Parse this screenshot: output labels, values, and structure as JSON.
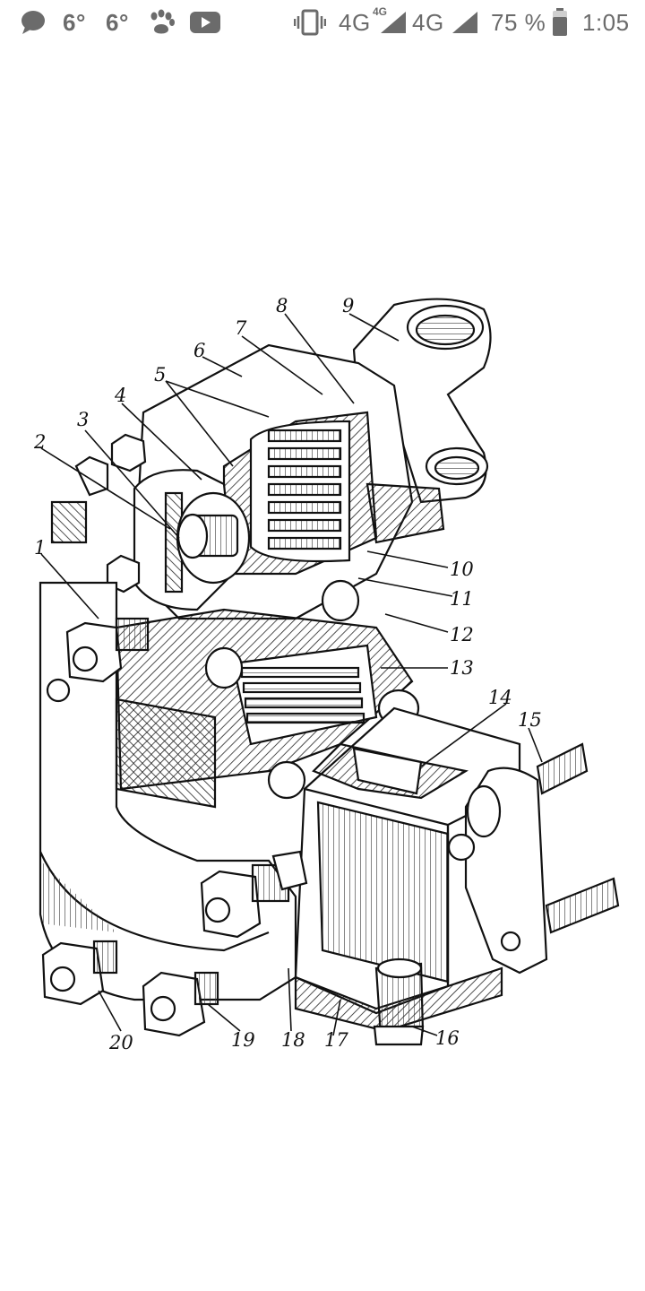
{
  "status_bar": {
    "left_icons": [
      "chat-bubble-icon",
      "paw-icon",
      "youtube-icon"
    ],
    "temp1": "6°",
    "temp2": "6°",
    "network1": "4G",
    "network1_small": "4G",
    "network2": "4G",
    "battery_percent": "75 %",
    "battery_level": 0.75,
    "time": "1:05",
    "right_icons": [
      "vibrate-icon",
      "signal-icon",
      "battery-icon"
    ]
  },
  "figure": {
    "callouts": [
      "1",
      "2",
      "3",
      "4",
      "5",
      "6",
      "7",
      "8",
      "9",
      "10",
      "11",
      "12",
      "13",
      "14",
      "15",
      "16",
      "17",
      "18",
      "19",
      "20"
    ]
  }
}
